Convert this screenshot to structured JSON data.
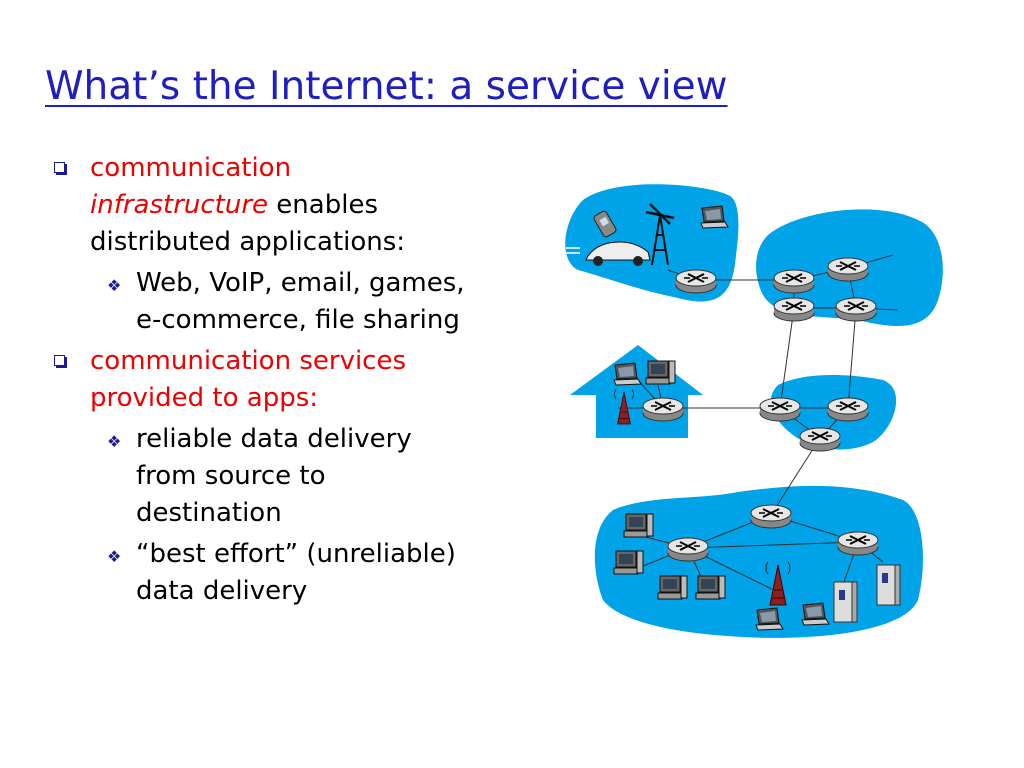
{
  "slide": {
    "title": "What’s the Internet: a service view",
    "bullet1": {
      "line1_red": "communication",
      "line2_red_italic": "infrastructure",
      "line2_rest": " enables",
      "line3": "distributed applications:",
      "sub1": {
        "line1": "Web, VoIP, email, games,",
        "line2": "e-commerce, file sharing"
      }
    },
    "bullet2": {
      "line1_red": "communication services",
      "line2_red": "provided to apps:",
      "sub1": {
        "line1": "reliable data delivery",
        "line2": "from source to",
        "line3": "destination"
      },
      "sub2": {
        "line1": "“best effort” (unreliable)",
        "line2": "data delivery"
      }
    }
  },
  "colors": {
    "title": "#1f1fbf",
    "highlight": "#ee0000",
    "network_cloud": "#00a2e8",
    "bullet": "#1a1a9a"
  },
  "icons": [
    "square-bullet-icon",
    "diamond-bullet-icon",
    "router-icon",
    "laptop-icon",
    "desktop-computer-icon",
    "server-icon",
    "cell-tower-icon",
    "cellphone-icon",
    "car-icon"
  ]
}
